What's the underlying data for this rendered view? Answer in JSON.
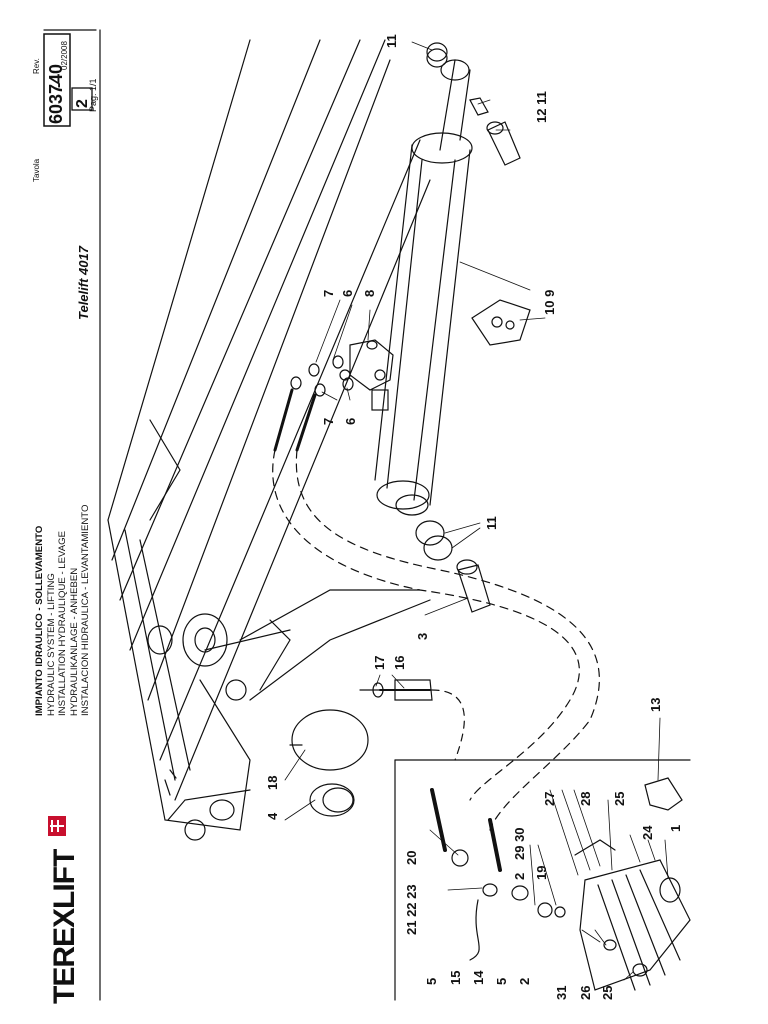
{
  "brand": {
    "name": "TEREXLIFT"
  },
  "title_block": {
    "lines": [
      "IMPIANTO IDRAULICO - SOLLEVAMENTO",
      "HYDRAULIC SYSTEM - LIFTING",
      "INSTALLATION HYDRAULIQUE - LEVAGE",
      "HYDRAULIKANLAGE - ANHEBEN",
      "INSTALACION HIDRAULICA - LEVANTAMIENTO"
    ],
    "model": "Telelift 4017",
    "tavola_label": "Tavola",
    "tavola_value": "603740",
    "dash": "-",
    "rev_label": "Rev.",
    "rev_value": "2",
    "date": "02/2008",
    "page": "Pag. 1/1"
  },
  "callouts": {
    "c11_top": "11",
    "c12_11": "12  11",
    "c7a": "7",
    "c6a": "6",
    "c8": "8",
    "c10_9": "10  9",
    "c7b": "7",
    "c6b": "6",
    "c11_mid": "11",
    "c3": "3",
    "c17": "17",
    "c16": "16",
    "c18": "18",
    "c4": "4",
    "c13": "13",
    "c20": "20",
    "c21_22_23": "21 22 23",
    "c29_30": "29  30",
    "c27": "27",
    "c28": "28",
    "c25a": "25",
    "c24": "24",
    "c1": "1",
    "c2a": "2",
    "c19": "19",
    "c5a": "5",
    "c15": "15",
    "c14": "14",
    "c5b": "5",
    "c2b": "2",
    "c31": "31",
    "c26": "26",
    "c25b": "25"
  }
}
